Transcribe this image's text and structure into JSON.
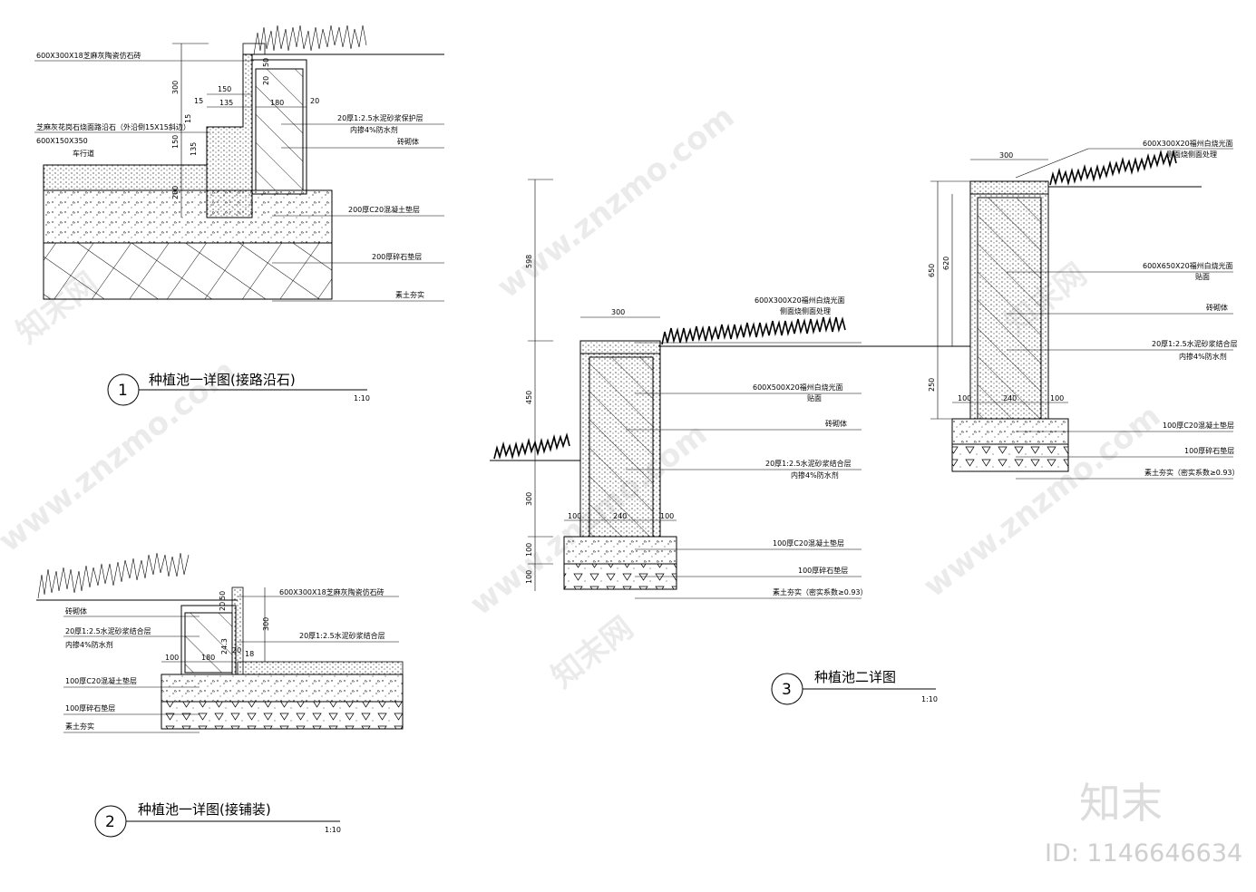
{
  "drawing": {
    "detail1": {
      "number": "1",
      "title": "种植池一详图(接路沿石)",
      "scale": "1:10",
      "labels": [
        "600X300X18芝麻灰陶瓷仿石砖",
        "芝麻灰花岗石烧面路沿石（外沿倒15X15斜边）",
        "600X150X350",
        "车行道",
        "20厚1:2.5水泥砂浆保护层",
        "内掺4%防水剂",
        "砖砌体",
        "200厚C20混凝土垫层",
        "200厚碎石垫层",
        "素土夯实"
      ],
      "dims": [
        "300",
        "150",
        "15",
        "135",
        "15",
        "150",
        "135",
        "200",
        "50",
        "20",
        "180",
        "20"
      ]
    },
    "detail2": {
      "number": "2",
      "title": "种植池一详图(接铺装)",
      "scale": "1:10",
      "labels": [
        "600X300X18芝麻灰陶瓷仿石砖",
        "砖砌体",
        "20厚1:2.5水泥砂浆结合层",
        "内掺4%防水剂",
        "20厚1:2.5水泥砂浆结合层",
        "100厚C20混凝土垫层",
        "100厚碎石垫层",
        "素土夯实"
      ],
      "dims": [
        "20",
        "50",
        "300",
        "100",
        "180",
        "20",
        "18",
        "24.3"
      ]
    },
    "detail3": {
      "number": "3",
      "title": "种植池二详图",
      "scale": "1:10",
      "labels_left": [
        "600X300X20福州白烧光面",
        "侧面烧侧面处理",
        "600X500X20福州白烧光面",
        "贴面",
        "砖砌体",
        "20厚1:2.5水泥砂浆结合层",
        "内掺4%防水剂",
        "100厚C20混凝土垫层",
        "100厚碎石垫层",
        "素土夯实（密实系数≥0.93）"
      ],
      "labels_right": [
        "600X300X20福州白烧光面",
        "侧面烧侧面处理",
        "600X650X20福州白烧光面",
        "贴面",
        "砖砌体",
        "20厚1:2.5水泥砂浆结合层",
        "内掺4%防水剂",
        "100厚C20混凝土垫层",
        "100厚碎石垫层",
        "素土夯实（密实系数≥0.93）"
      ],
      "dims_left": [
        "598",
        "450",
        "300",
        "100",
        "100",
        "300",
        "100",
        "240",
        "100"
      ],
      "dims_right": [
        "300",
        "650",
        "620",
        "250",
        "100",
        "240",
        "100"
      ]
    }
  },
  "watermark": {
    "text": "www.znzmo.com",
    "cn": "知末网",
    "brand": "知末",
    "id": "ID: 1146646634"
  }
}
